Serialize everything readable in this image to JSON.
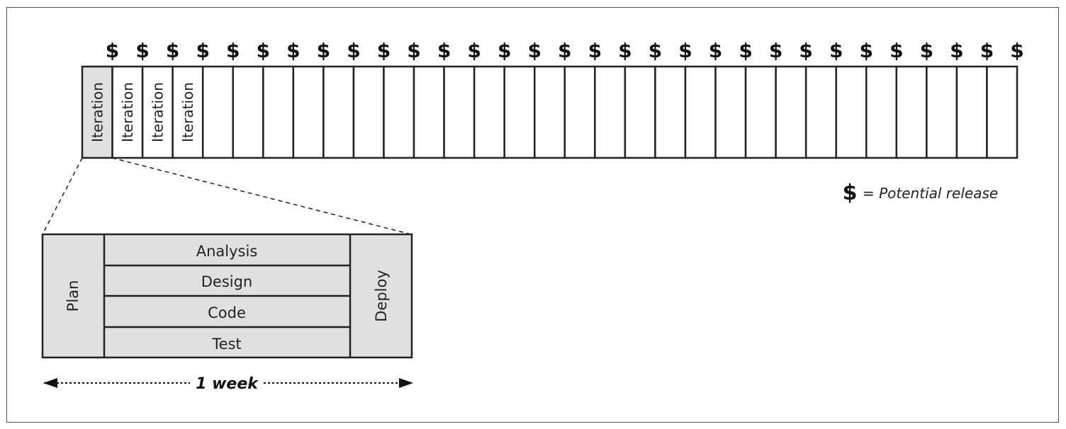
{
  "diagram": {
    "release_symbol": "$",
    "iteration_label": "Iteration",
    "iteration_count": 31,
    "labeled_iterations": 4,
    "legend": {
      "symbol": "$",
      "text": "= Potential release"
    },
    "detail": {
      "left": "Plan",
      "middle": [
        "Analysis",
        "Design",
        "Code",
        "Test"
      ],
      "right": "Deploy"
    },
    "duration_label": "1 week",
    "colors": {
      "highlight_fill": "#e0e0e0",
      "line": "#222222"
    }
  }
}
